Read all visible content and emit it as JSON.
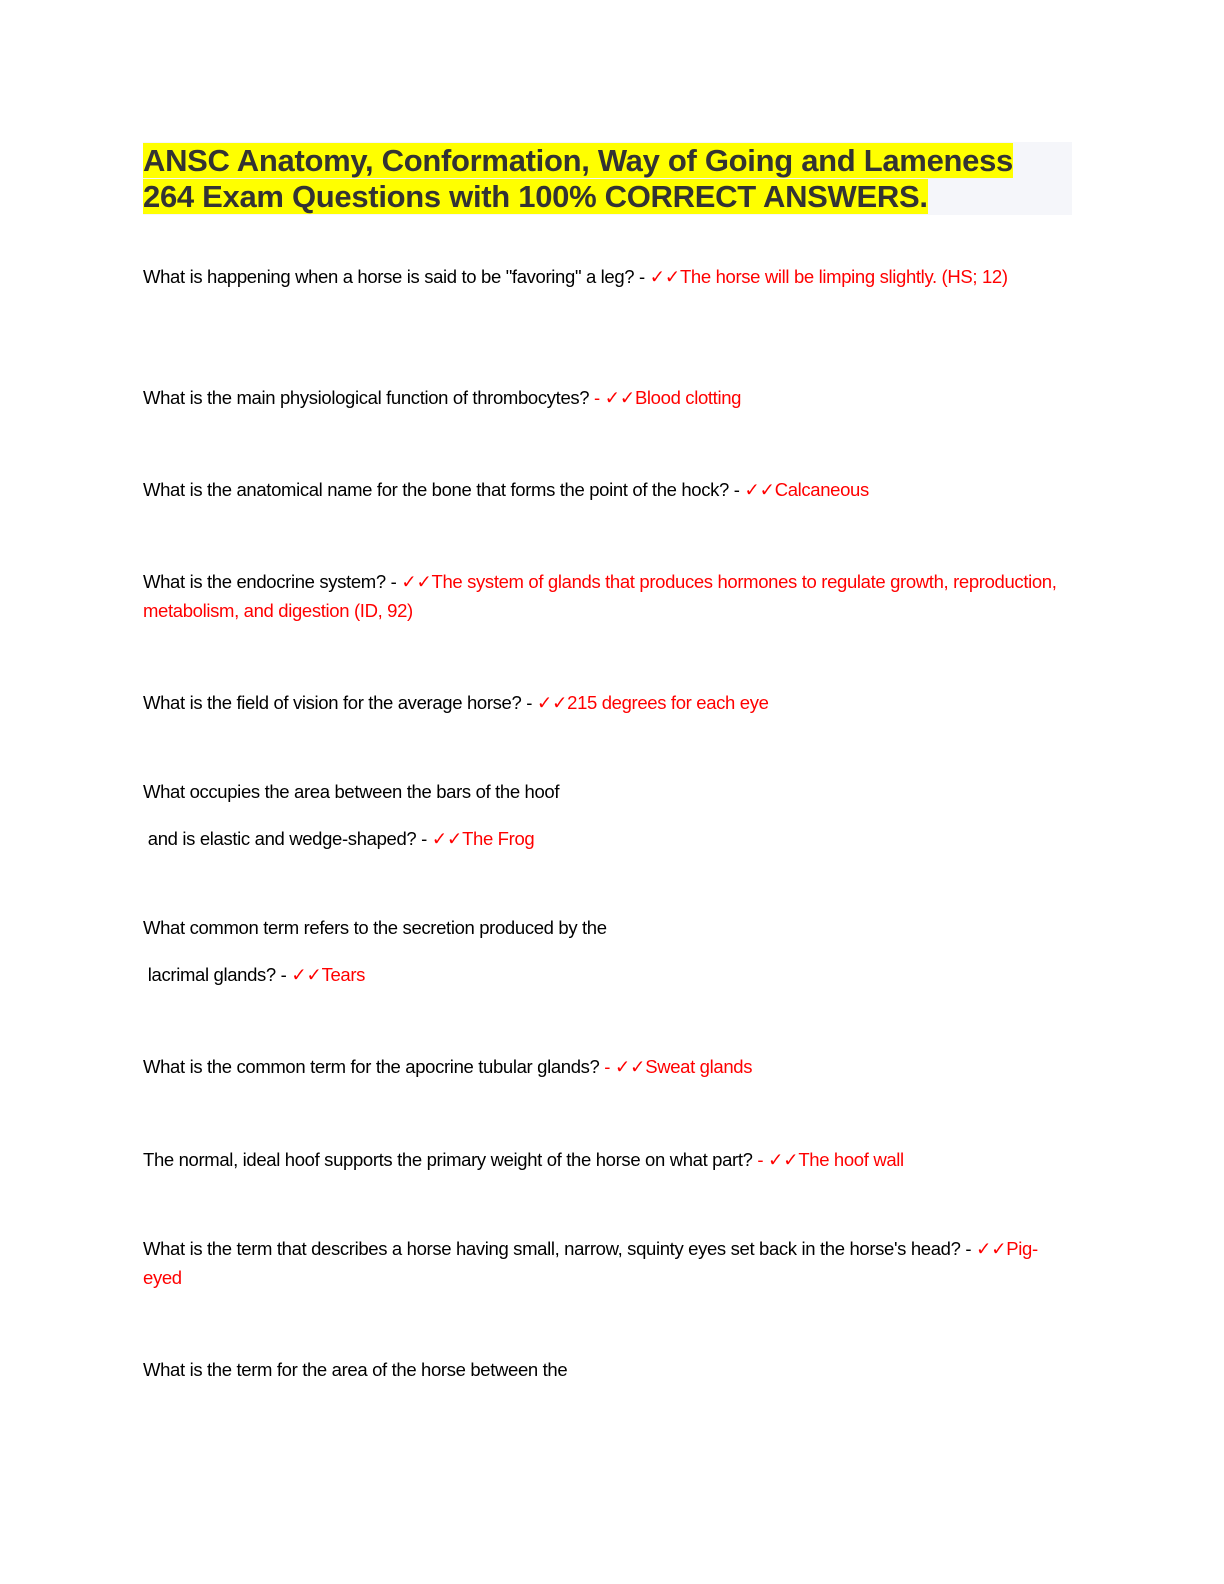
{
  "title": {
    "line1": "ANSC Anatomy, Conformation, Way of Going and Lameness",
    "line2": "264 Exam Questions with 100% CORRECT ANSWERS."
  },
  "check_mark": "✓✓",
  "accent_color": "#ff0000",
  "items": [
    {
      "q": "What is happening when a horse is said to be \"favoring\" a leg? ",
      "sep": "- ",
      "sep_red": false,
      "a": "The horse will be limping slightly. (HS; 12)"
    },
    {
      "q": "What is the main physiological function of thrombocytes? ",
      "sep": "- ",
      "sep_red": true,
      "a": "Blood clotting"
    },
    {
      "q": "What is the anatomical name for the bone that forms the point of the hock? ",
      "sep": "- ",
      "sep_red": false,
      "a": "Calcaneous"
    },
    {
      "q": "What is the endocrine system? ",
      "sep": "- ",
      "sep_red": false,
      "a": "The system of glands that produces hormones to regulate growth, reproduction, metabolism, and digestion (ID, 92)"
    },
    {
      "q": "What is the field of vision for the average horse? ",
      "sep": "- ",
      "sep_red": false,
      "a": "215 degrees for each eye"
    },
    {
      "q": "What occupies the area between the bars of the hoof",
      "q2": " and is elastic and wedge-shaped? ",
      "sep": "- ",
      "sep_red": false,
      "a": "The Frog"
    },
    {
      "q": "What common term refers to the secretion produced by the",
      "q2": " lacrimal glands? ",
      "sep": "- ",
      "sep_red": false,
      "a": "Tears"
    },
    {
      "q": "What is the common term for the apocrine tubular glands? ",
      "sep": "- ",
      "sep_red": true,
      "a": "Sweat glands"
    },
    {
      "q": "The normal, ideal hoof supports the primary weight of the horse on what part? ",
      "sep": "- ",
      "sep_red": true,
      "a": "The hoof wall"
    },
    {
      "q": "What is the term that describes a horse having small, narrow, squinty eyes set back in the horse's head? ",
      "sep": "- ",
      "sep_red": false,
      "a": "Pig-eyed"
    },
    {
      "q": "What is the term for the area of the horse between the"
    }
  ]
}
